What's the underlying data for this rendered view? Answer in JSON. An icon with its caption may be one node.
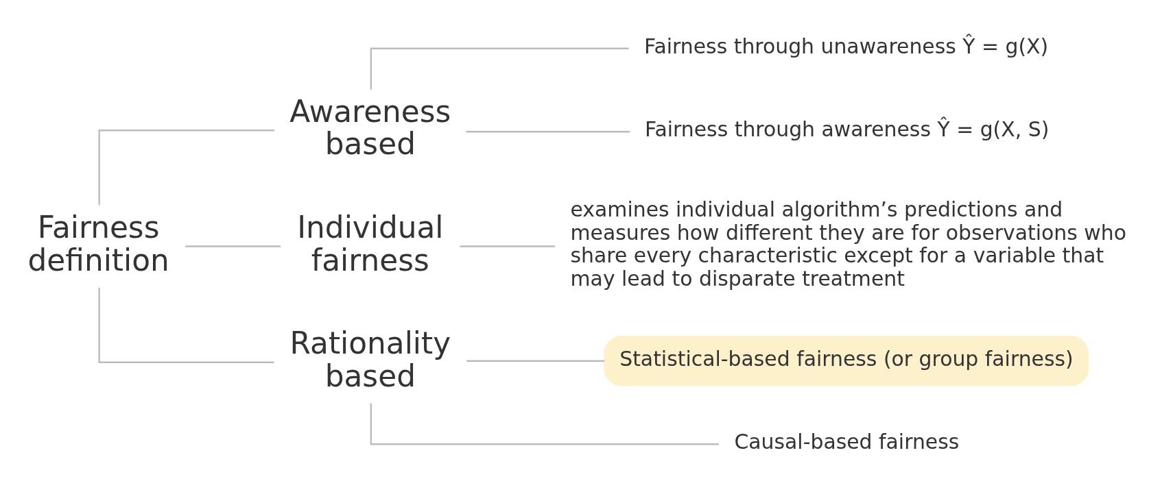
{
  "diagram": {
    "nodes": [
      {
        "text": [
          "Fairness definition"
        ]
      },
      {
        "text": [
          "Awareness based"
        ]
      },
      {
        "text": [
          "Fairness through unawareness Ŷ = g(X)"
        ]
      },
      {
        "text": [
          "Fairness through awareness Ŷ = g(X, S)"
        ]
      },
      {
        "text": [
          "Individual fairness"
        ]
      },
      {
        "text": [
          "examines individual algorithm’s predictions and measures how different they are for observations who share every characteristic except for a variable that may lead to disparate treatment"
        ]
      },
      {
        "text": [
          "Rationality based"
        ]
      },
      {
        "text": [
          "Statistical-based fairness (or group fairness)"
        ]
      },
      {
        "text": [
          "Causal-based fairness"
        ]
      }
    ],
    "edges": [
      {
        "from": 0,
        "to": 1,
        "arrow": "none"
      },
      {
        "from": 1,
        "to": 2,
        "arrow": "none"
      },
      {
        "from": 1,
        "to": 3,
        "arrow": "none"
      },
      {
        "from": 0,
        "to": 4,
        "arrow": "none"
      },
      {
        "from": 4,
        "to": 5,
        "arrow": "none"
      },
      {
        "from": 0,
        "to": 6,
        "arrow": "none"
      },
      {
        "from": 6,
        "to": 7,
        "arrow": "none"
      },
      {
        "from": 6,
        "to": 8,
        "arrow": "none"
      }
    ]
  }
}
